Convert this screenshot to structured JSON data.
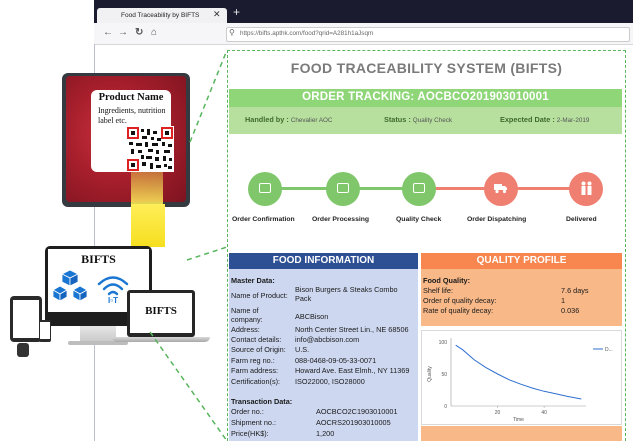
{
  "browser": {
    "tab_title": "Food Traceability by BIFTS",
    "tab_close": "✕",
    "new_tab": "+",
    "url": "https://bifts.apthk.com/food?qrid=A281h1aJsqm"
  },
  "illustration": {
    "label_title": "Product Name",
    "label_desc": "Ingredients, nutrition label etc.",
    "monitor_label": "BIFTS",
    "laptop_label": "BIFTS",
    "icons": [
      "blockchain-cubes-icon",
      "wifi-iot-icon"
    ]
  },
  "page": {
    "title": "FOOD TRACEABILITY SYSTEM (BIFTS)"
  },
  "order_tracking": {
    "title": "ORDER TRACKING: AOCBCO201903010001",
    "handled_by_label": "Handled by :",
    "handled_by_value": "Chevalier AOC",
    "status_label": "Status :",
    "status_value": "Quality Check",
    "expected_label": "Expected Date :",
    "expected_value": "2-Mar-2019",
    "steps": [
      {
        "label": "Order Confirmation",
        "icon": "order-confirmation-icon"
      },
      {
        "label": "Order Processing",
        "icon": "order-processing-icon"
      },
      {
        "label": "Quality Check",
        "icon": "quality-check-icon"
      },
      {
        "label": "Order Dispatching",
        "icon": "truck-icon"
      },
      {
        "label": "Delivered",
        "icon": "delivered-people-icon"
      }
    ],
    "colors": {
      "done": "#7fc76a",
      "pending": "#ef7f70"
    }
  },
  "food_information": {
    "title": "FOOD INFORMATION",
    "master_heading": "Master Data:",
    "rows": [
      {
        "key": "Name of Product:",
        "value": "Bison Burgers & Steaks Combo",
        "value2": "Pack"
      },
      {
        "key": "Name of",
        "key2": "company:",
        "value": "ABCBison"
      },
      {
        "key": "Address:",
        "value": "North Center Street Lin., NE 68506"
      },
      {
        "key": "Contact details:",
        "value": "info@abcbison.com"
      },
      {
        "key": "Source of Origin:",
        "value": "U.S."
      },
      {
        "key": "Farm reg no.:",
        "value": "088-0468-09-05-33-0071"
      },
      {
        "key": "Farm address:",
        "value": "Howard Ave. East Elmh., NY 11369"
      },
      {
        "key": "Certification(s):",
        "value": "ISO22000, ISO28000"
      }
    ],
    "transaction_heading": "Transaction Data:",
    "transaction_rows": [
      {
        "key": "Order no.:",
        "value": "AOCBCO2C1903010001"
      },
      {
        "key": "Shipment no.:",
        "value": "AOCRS201903010005"
      },
      {
        "key": "Price(HK$):",
        "value": "1,200"
      }
    ]
  },
  "quality_profile": {
    "title": "QUALITY PROFILE",
    "heading": "Food Quality:",
    "rows": [
      {
        "key": "Shelf life:",
        "value": "7.6 days"
      },
      {
        "key": "Order of quality decay:",
        "value": "1"
      },
      {
        "key": "Rate of quality decay:",
        "value": "0.036"
      }
    ]
  },
  "chart_data": {
    "type": "line",
    "xlabel": "Time",
    "ylabel": "Quality",
    "xlim": [
      0,
      58
    ],
    "ylim": [
      0,
      100
    ],
    "x_ticks": [
      20,
      40
    ],
    "y_ticks": [
      0,
      50,
      100
    ],
    "legend": "top-right",
    "series": [
      {
        "name": "D...",
        "color": "#2f6fcf",
        "x": [
          2,
          5,
          10,
          15,
          20,
          25,
          30,
          35,
          40,
          45,
          50,
          56
        ],
        "y": [
          95,
          88,
          72,
          60,
          50,
          41,
          34,
          28,
          23,
          19,
          15,
          11
        ]
      }
    ]
  }
}
